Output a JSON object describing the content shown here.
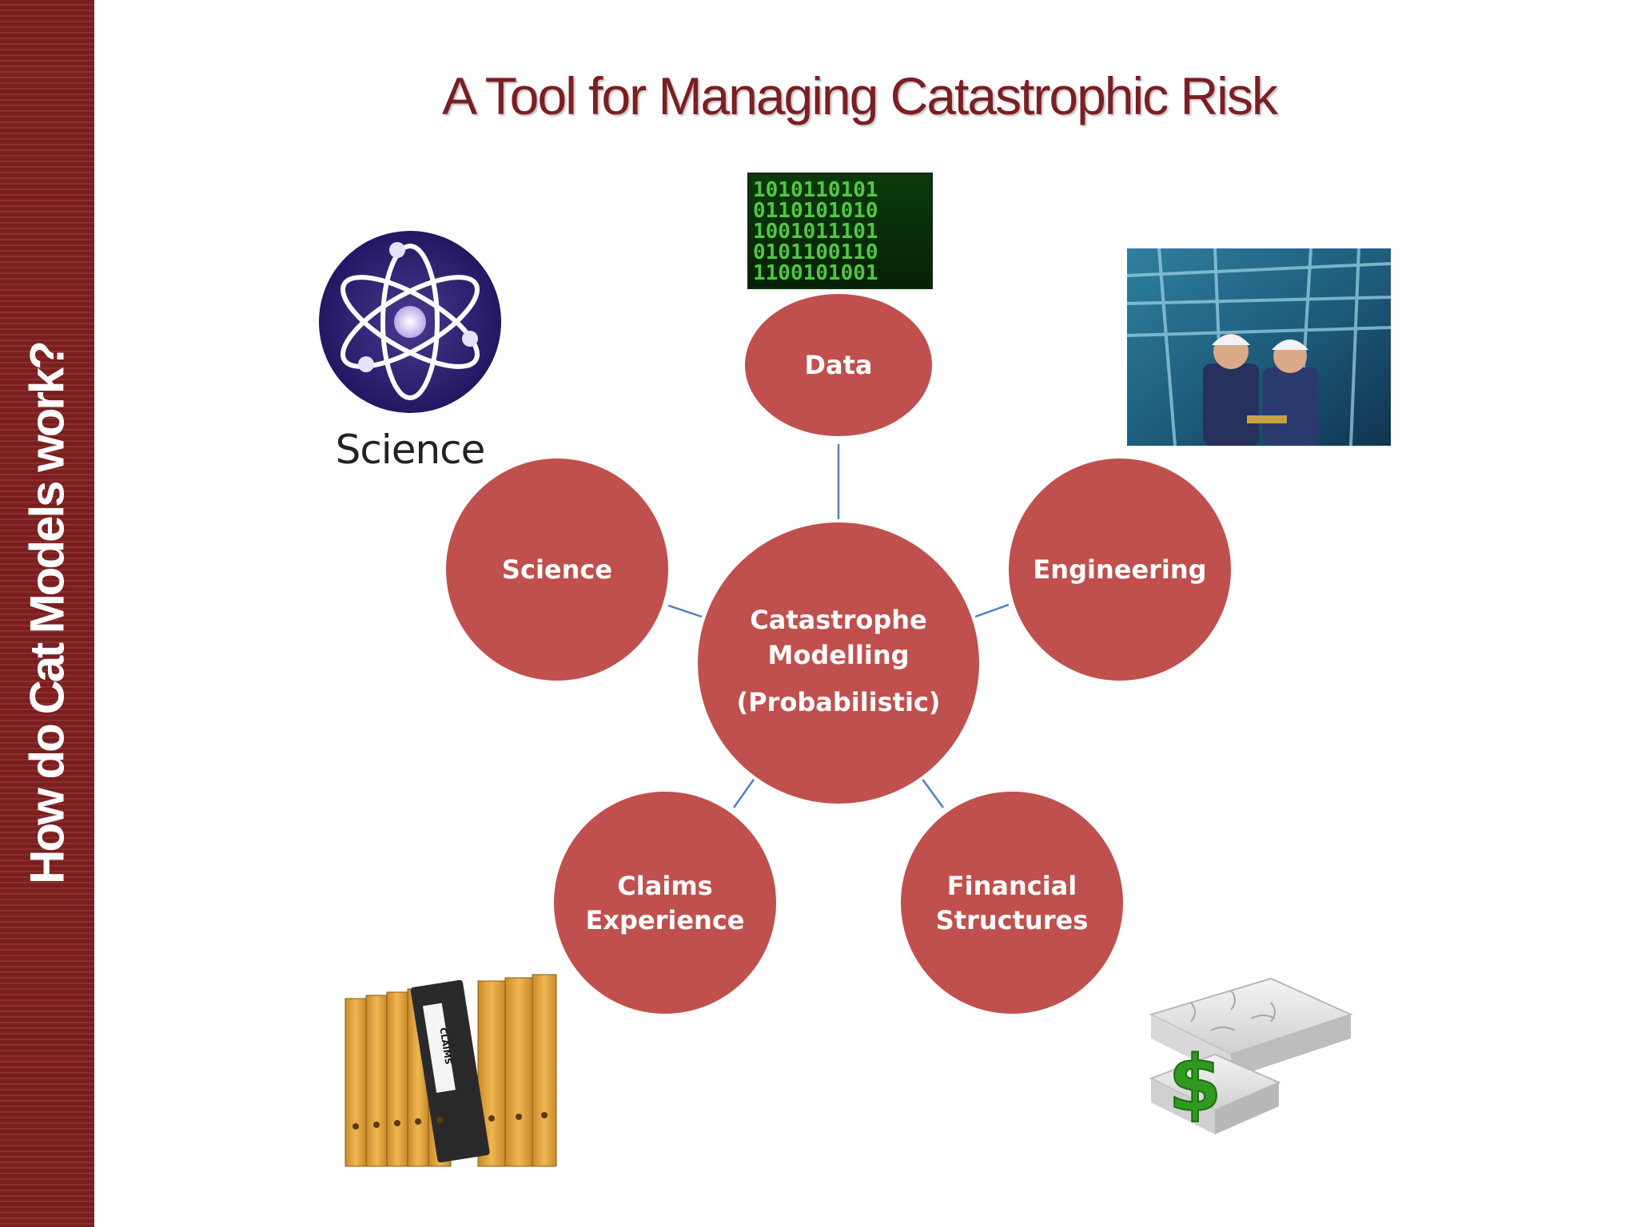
{
  "sidebar": {
    "title": "How do Cat Models work?"
  },
  "slide": {
    "title": "A Tool for Managing Catastrophic Risk"
  },
  "diagram": {
    "center": {
      "line1": "Catastrophe",
      "line2": "Modelling",
      "line3": "(Probabilistic)"
    },
    "nodes": {
      "data": {
        "line1": "Data"
      },
      "engineering": {
        "line1": "Engineering"
      },
      "science": {
        "line1": "Science"
      },
      "claims": {
        "line1": "Claims",
        "line2": "Experience"
      },
      "financial": {
        "line1": "Financial",
        "line2": "Structures"
      }
    }
  },
  "images": {
    "science_logo": {
      "caption": "Science",
      "icon": "atom-icon"
    },
    "data": {
      "icon": "binary-code-image"
    },
    "engineering": {
      "icon": "engineers-photo"
    },
    "claims": {
      "icon": "binders-image",
      "binder_label": "CLAIMS"
    },
    "financial": {
      "icon": "puzzle-dollar-image"
    }
  },
  "colors": {
    "sidebar": "#7a1f1f",
    "title": "#7a1f22",
    "node_fill": "#c0504d",
    "connector": "#4f81bd"
  }
}
